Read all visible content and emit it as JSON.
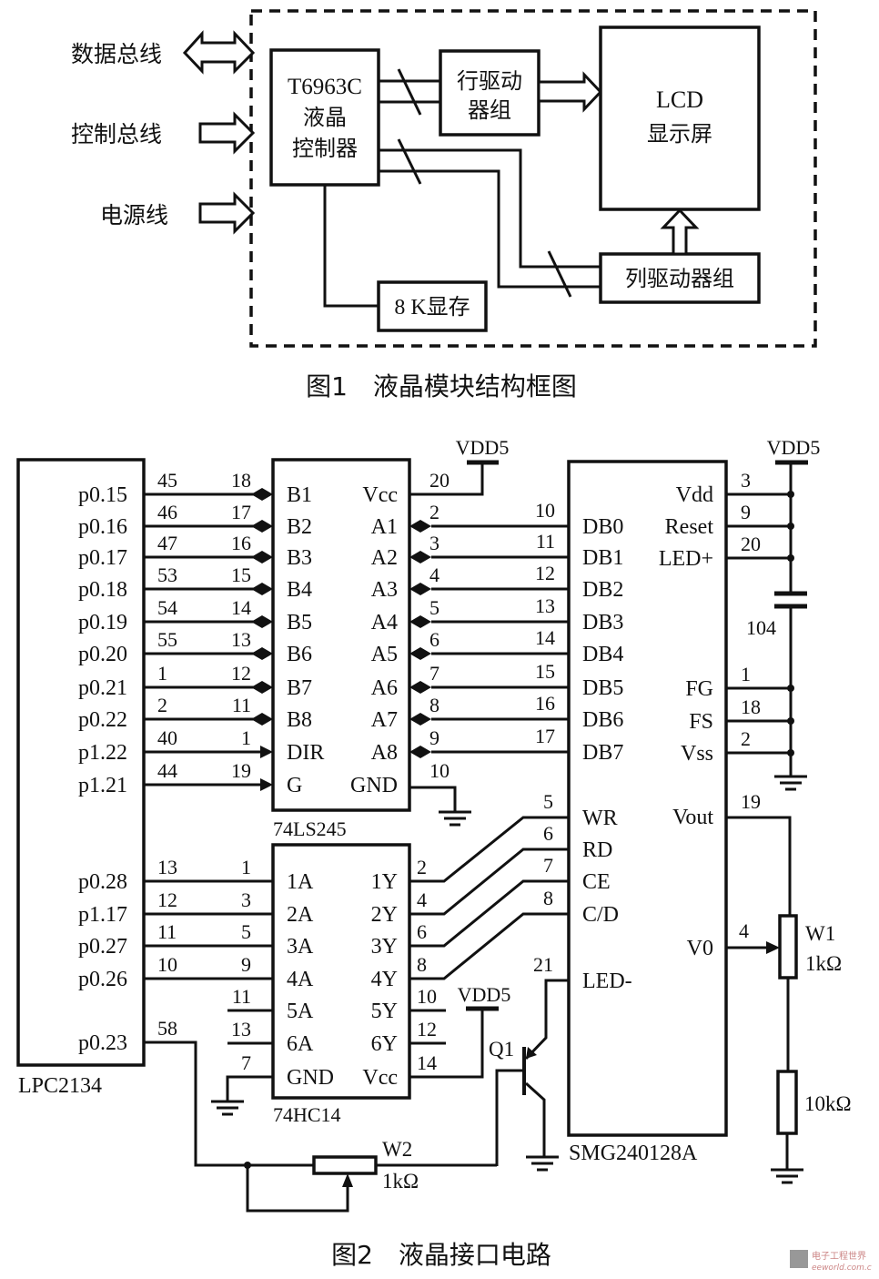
{
  "figure1": {
    "caption": "图1　液晶模块结构框图",
    "inputs": [
      "数据总线",
      "控制总线",
      "电源线"
    ],
    "controller": [
      "T6963C",
      "液晶",
      "控制器"
    ],
    "row_driver": [
      "行驱动",
      "器组"
    ],
    "lcd": [
      "LCD",
      "显示屏"
    ],
    "col_driver": "列驱动器组",
    "vram": "8 K显存"
  },
  "figure2": {
    "caption": "图2　液晶接口电路",
    "mcu": {
      "name": "LPC2134",
      "pins": [
        {
          "port": "p0.15",
          "pin": "45",
          "target_pin": "18"
        },
        {
          "port": "p0.16",
          "pin": "46",
          "target_pin": "17"
        },
        {
          "port": "p0.17",
          "pin": "47",
          "target_pin": "16"
        },
        {
          "port": "p0.18",
          "pin": "53",
          "target_pin": "15"
        },
        {
          "port": "p0.19",
          "pin": "54",
          "target_pin": "14"
        },
        {
          "port": "p0.20",
          "pin": "55",
          "target_pin": "13"
        },
        {
          "port": "p0.21",
          "pin": "1",
          "target_pin": "12"
        },
        {
          "port": "p0.22",
          "pin": "2",
          "target_pin": "11"
        },
        {
          "port": "p1.22",
          "pin": "40",
          "target_pin": "1"
        },
        {
          "port": "p1.21",
          "pin": "44",
          "target_pin": "19"
        }
      ],
      "pins2": [
        {
          "port": "p0.28",
          "pin": "13",
          "target_pin": "1"
        },
        {
          "port": "p1.17",
          "pin": "12",
          "target_pin": "3"
        },
        {
          "port": "p0.27",
          "pin": "11",
          "target_pin": "5"
        },
        {
          "port": "p0.26",
          "pin": "10",
          "target_pin": "9"
        }
      ],
      "p023": {
        "port": "p0.23",
        "pin": "58"
      }
    },
    "buffer": {
      "name": "74LS245",
      "left": [
        "B1",
        "B2",
        "B3",
        "B4",
        "B5",
        "B6",
        "B7",
        "B8",
        "DIR",
        "G"
      ],
      "right": [
        "Vcc",
        "A1",
        "A2",
        "A3",
        "A4",
        "A5",
        "A6",
        "A7",
        "A8",
        "GND"
      ],
      "right_pins": [
        "20",
        "2",
        "3",
        "4",
        "5",
        "6",
        "7",
        "8",
        "9",
        "10"
      ],
      "vdd": "VDD5"
    },
    "inverter": {
      "name": "74HC14",
      "left": [
        "1A",
        "2A",
        "3A",
        "4A",
        "5A",
        "6A",
        "GND"
      ],
      "right": [
        "1Y",
        "2Y",
        "3Y",
        "4Y",
        "5Y",
        "6Y",
        "Vcc"
      ],
      "right_pins": [
        "2",
        "4",
        "6",
        "8",
        "10",
        "12",
        "14"
      ],
      "extra_left_pins": [
        "11",
        "13",
        "7"
      ],
      "vdd": "VDD5"
    },
    "lcd": {
      "name": "SMG240128A",
      "left": [
        "DB0",
        "DB1",
        "DB2",
        "DB3",
        "DB4",
        "DB5",
        "DB6",
        "DB7",
        "WR",
        "RD",
        "CE",
        "C/D",
        "LED-"
      ],
      "left_pins": [
        "10",
        "11",
        "12",
        "13",
        "14",
        "15",
        "16",
        "17",
        "5",
        "6",
        "7",
        "8",
        "21"
      ],
      "right_top": [
        "Vdd",
        "Reset",
        "LED+"
      ],
      "right_top_pins": [
        "3",
        "9",
        "20"
      ],
      "right_mid": [
        "FG",
        "FS",
        "Vss"
      ],
      "right_mid_pins": [
        "1",
        "18",
        "2"
      ],
      "vout": "Vout",
      "vout_pin": "19",
      "v0": "V0",
      "v0_pin": "4",
      "vdd": "VDD5",
      "cap": "104"
    },
    "w1": {
      "name": "W1",
      "value": "1kΩ"
    },
    "r10k": "10kΩ",
    "w2": {
      "name": "W2",
      "value": "1kΩ"
    },
    "q1": "Q1"
  },
  "watermark": {
    "cn": "电子工程世界",
    "en": "eeworld.com.cn"
  }
}
